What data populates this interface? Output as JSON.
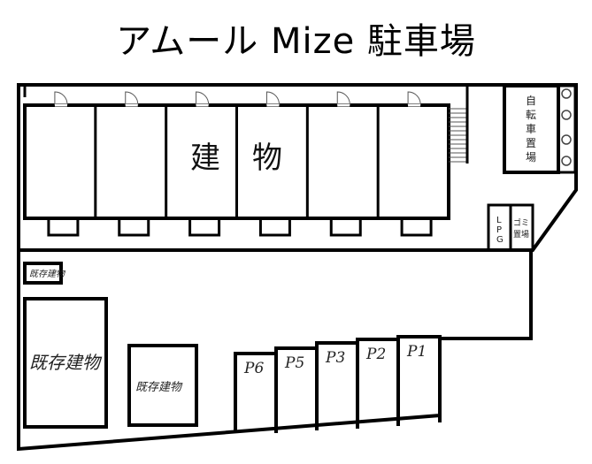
{
  "title": "アムール Mize 駐車場",
  "building": {
    "label_1": "建",
    "label_2": "物",
    "unit_count": 6
  },
  "bike_parking": {
    "chars": [
      "自",
      "転",
      "車",
      "置",
      "場"
    ]
  },
  "lpg": {
    "chars": [
      "L",
      "P",
      "G"
    ]
  },
  "garbage": {
    "line_1": "ゴミ",
    "line_2": "置場"
  },
  "existing_buildings": {
    "small": "既存建物",
    "large": "既存建物",
    "middle": "既存建物"
  },
  "parking_spaces": [
    "P6",
    "P5",
    "P3",
    "P2",
    "P1"
  ]
}
